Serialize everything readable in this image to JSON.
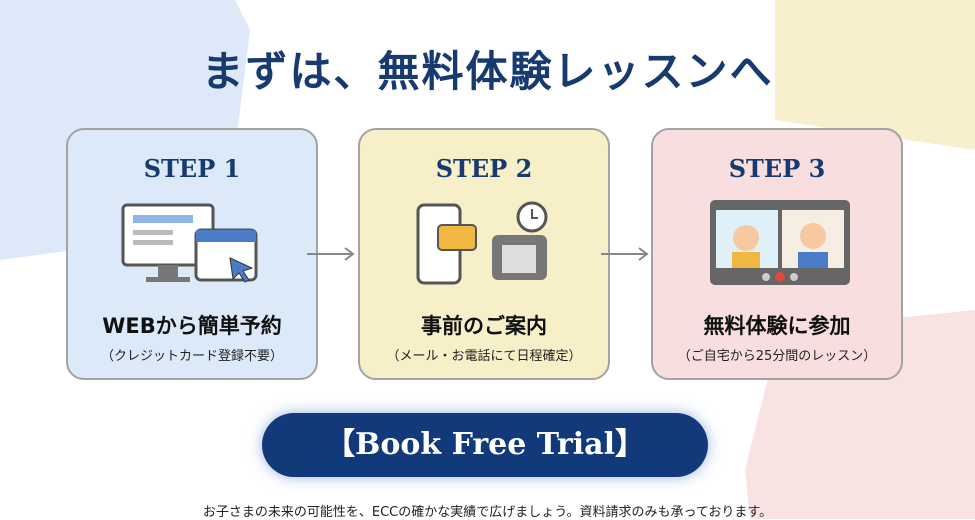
{
  "title": "まずは、無料体験レッスンへ",
  "steps": [
    {
      "label": "STEP 1",
      "main": "WEBから簡単予約",
      "sub": "（クレジットカード登録不要）",
      "color": "#dbe9f8"
    },
    {
      "label": "STEP 2",
      "main": "事前のご案内",
      "sub": "（メール・お電話にて日程確定）",
      "color": "#f7efc8"
    },
    {
      "label": "STEP 3",
      "main": "無料体験に参加",
      "sub": "（ご自宅から25分間のレッスン）",
      "color": "#f8dede"
    }
  ],
  "button": "【Book Free Trial】",
  "footer": "お子さまの未来の可能性を、ECCの確かな実績で広げましょう。資料請求のみも承っております。",
  "colors": {
    "navy": "#173a70",
    "button": "#123a7a"
  }
}
